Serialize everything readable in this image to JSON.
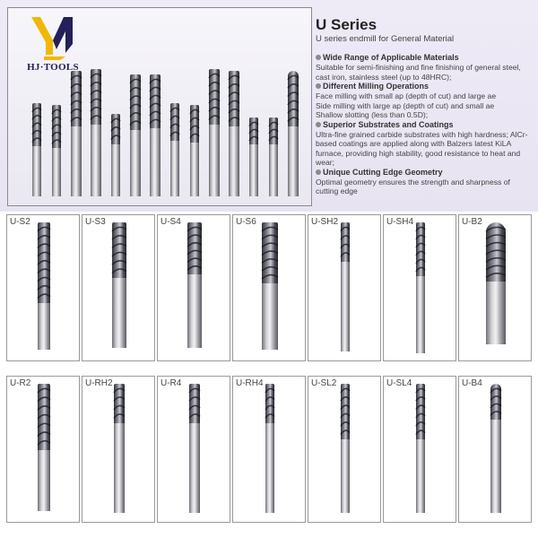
{
  "brand": {
    "logo_text": "HJ·TOOLS",
    "colors": {
      "gold": "#f2b705",
      "navy": "#23205a"
    }
  },
  "header": {
    "title": "U Series",
    "subtitle": "U series endmill for General Material"
  },
  "features": [
    {
      "heading": "Wide Range of Applicable Materials",
      "body": "Suitable for semi-finishing and fine finishing of general steel, cast iron, stainless steel (up to 48HRC);"
    },
    {
      "heading": "Different Milling Operations",
      "body": "Face milling with small ap (depth of cut) and large ae\nSide milling with large ap (depth of cut) and small ae\nShallow slotting (less than 0.5D);"
    },
    {
      "heading": "Superior Substrates and Coatings",
      "body": "Ultra-fine grained carbide substrates with high hardness; AlCr-based coatings are applied along with Balzers latest KiLA furnace, providing high stability, good resistance to heat and wear;"
    },
    {
      "heading": "Unique Cutting Edge Geometry",
      "body": "Optimal geometry ensures the strength and sharpness of cutting edge"
    }
  ],
  "products": [
    {
      "label": "U-S2",
      "tip": "flat"
    },
    {
      "label": "U-S3",
      "tip": "flat"
    },
    {
      "label": "U-S4",
      "tip": "flat"
    },
    {
      "label": "U-S6",
      "tip": "flat"
    },
    {
      "label": "U-SH2",
      "tip": "flat"
    },
    {
      "label": "U-SH4",
      "tip": "flat"
    },
    {
      "label": "U-B2",
      "tip": "ball"
    },
    {
      "label": "U-R2",
      "tip": "flat"
    },
    {
      "label": "U-RH2",
      "tip": "flat"
    },
    {
      "label": "U-R4",
      "tip": "flat"
    },
    {
      "label": "U-RH4",
      "tip": "flat"
    },
    {
      "label": "U-SL2",
      "tip": "flat"
    },
    {
      "label": "U-SL4",
      "tip": "flat"
    },
    {
      "label": "U-B4",
      "tip": "ball"
    }
  ]
}
